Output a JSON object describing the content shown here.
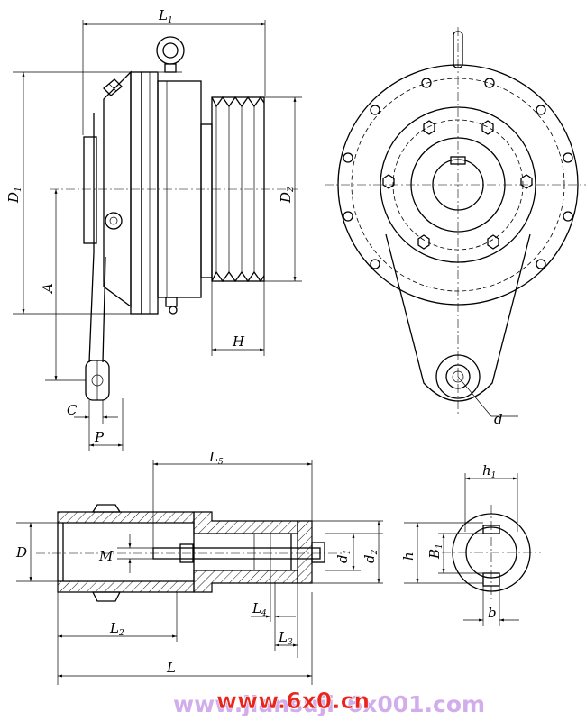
{
  "labels": {
    "L1": "L",
    "L1_sub": "1",
    "D1": "D",
    "D1_sub": "1",
    "D2": "D",
    "D2_sub": "2",
    "A": "A",
    "H": "H",
    "C": "C",
    "P": "P",
    "d": "d",
    "L5": "L",
    "L5_sub": "5",
    "D": "D",
    "M": "M",
    "d1": "d",
    "d1_sub": "1",
    "d2": "d",
    "d2_sub": "2",
    "L4": "L",
    "L4_sub": "4",
    "L3": "L",
    "L3_sub": "3",
    "L2": "L",
    "L2_sub": "2",
    "L": "L",
    "h1": "h",
    "h1_sub": "1",
    "h": "h",
    "B1": "B",
    "B1_sub": "1",
    "b": "b"
  },
  "watermark": {
    "left": "www.jiansuji",
    "middle": "6x0",
    "right": "01.com",
    "brand_text": "www.6x0.cn",
    "brand_color": "#e8261c",
    "faded_color": "#c9a0e8"
  }
}
